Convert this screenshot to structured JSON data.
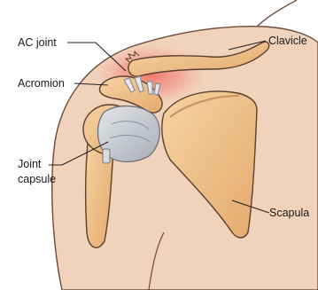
{
  "labels": {
    "ac_joint": "AC joint",
    "acromion": "Acromion",
    "joint_capsule_line1": "Joint",
    "joint_capsule_line2": "capsule",
    "clavicle": "Clavicle",
    "scapula": "Scapula"
  },
  "colors": {
    "skin": "#f1d2ba",
    "skin_outline": "#6b4a3c",
    "bone": "#f0c48e",
    "bone_outline": "#5a4030",
    "capsule": "#c9ccd3",
    "inflammation": "#f47a72",
    "leader_line": "#222222"
  }
}
